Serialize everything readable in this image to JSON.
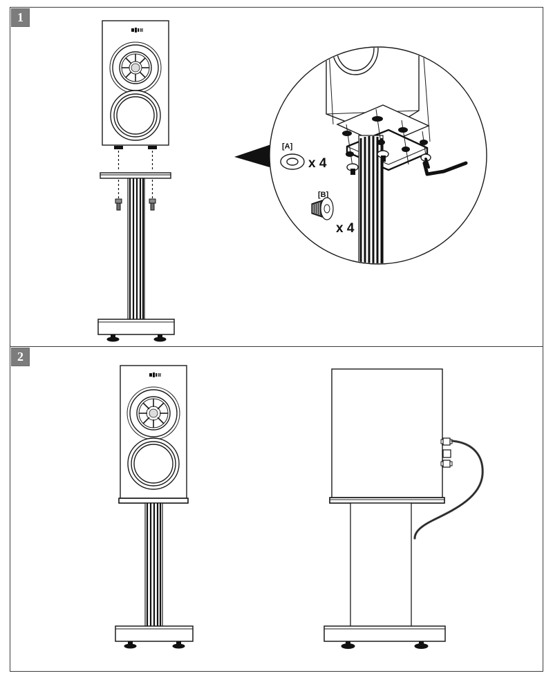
{
  "document": {
    "type": "assembly-instruction-sheet",
    "title": "Speaker Stand Assembly",
    "background_color": "#ffffff",
    "line_color": "#1a1a1a",
    "badge_color": "#7c7c7c",
    "badge_text_color": "#ffffff"
  },
  "steps": [
    {
      "number": "1",
      "name": "mount-speaker-to-stand",
      "illustrations": {
        "main": {
          "name": "speaker-above-stand-exploded",
          "description": "Bookshelf speaker suspended above stand top plate with dashed alignment lines to four screws"
        },
        "detail_circle": {
          "name": "fastener-detail-magnifier",
          "description": "Magnified view of stand top plate fastened to speaker underside with hex key"
        }
      },
      "parts": [
        {
          "tag": "[A]",
          "name": "washer",
          "quantity": "x 4"
        },
        {
          "tag": "[B]",
          "name": "screw",
          "quantity": "x 4"
        }
      ]
    },
    {
      "number": "2",
      "name": "assembled-front-and-rear-views",
      "illustrations": {
        "front": {
          "name": "assembled-speaker-front-view",
          "description": "Speaker mounted on stand, front view showing Uni-Q driver and bass driver"
        },
        "rear": {
          "name": "assembled-speaker-rear-view",
          "description": "Speaker rear view with binding post terminals and speaker cable routed down behind the column"
        }
      }
    }
  ],
  "speaker": {
    "name": "bookshelf-speaker",
    "brand_mark": "KEF",
    "drivers": [
      {
        "name": "uni-q-coaxial-driver",
        "position": "upper"
      },
      {
        "name": "bass-driver",
        "position": "lower"
      }
    ]
  },
  "stand": {
    "name": "floor-stand",
    "components": [
      {
        "name": "top-plate"
      },
      {
        "name": "fluted-column"
      },
      {
        "name": "base-plate"
      },
      {
        "name": "adjustable-spike-feet",
        "count": "2 visible"
      }
    ]
  },
  "terminals": {
    "name": "binding-post-terminals",
    "items": [
      "positive-post",
      "link-plate",
      "negative-post"
    ]
  },
  "tools": [
    {
      "name": "hex-key",
      "description": "L-shaped allen wrench engaging screw"
    }
  ]
}
